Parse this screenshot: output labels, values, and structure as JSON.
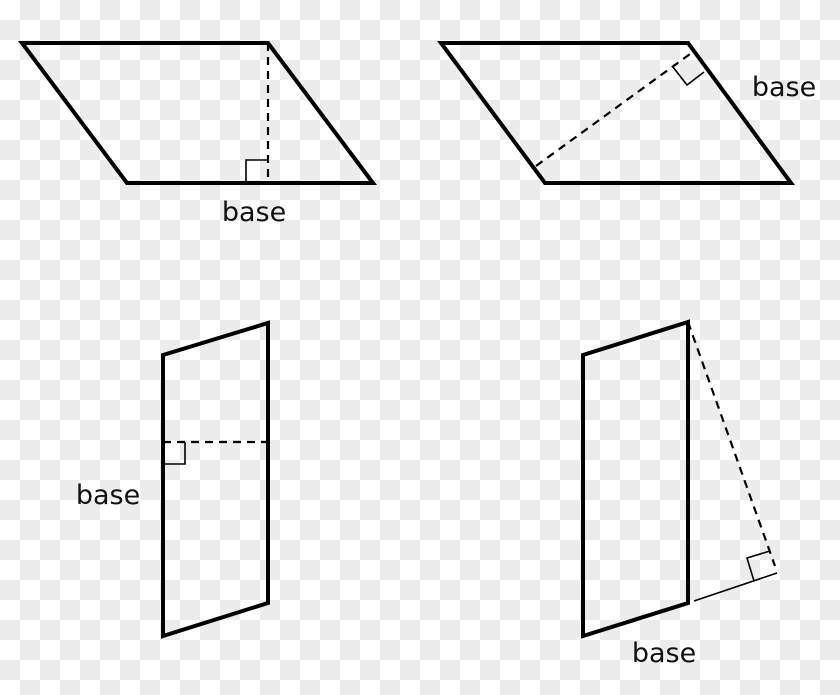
{
  "figures": [
    {
      "label": "base"
    },
    {
      "label": "base"
    },
    {
      "label": "base"
    },
    {
      "label": "base"
    }
  ]
}
